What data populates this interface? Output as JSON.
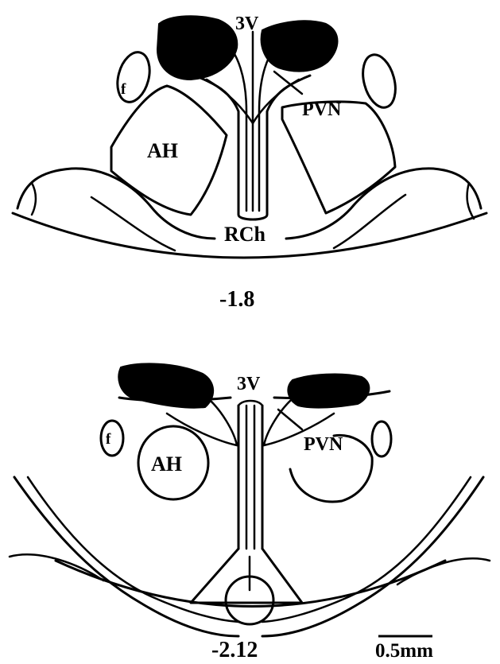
{
  "sections": [
    {
      "level": "-1.8",
      "labels": {
        "third_ventricle": "3V",
        "fornix": "f",
        "anterior_hypothalamus": "AH",
        "paraventricular_nucleus": "PVN",
        "retrochiasmatic": "RCh"
      }
    },
    {
      "level": "-2.12",
      "labels": {
        "third_ventricle": "3V",
        "fornix": "f",
        "anterior_hypothalamus": "AH",
        "paraventricular_nucleus": "PVN"
      }
    }
  ],
  "scale_bar": {
    "label": "0.5mm"
  },
  "colors": {
    "ink": "#000000",
    "background": "#ffffff"
  }
}
